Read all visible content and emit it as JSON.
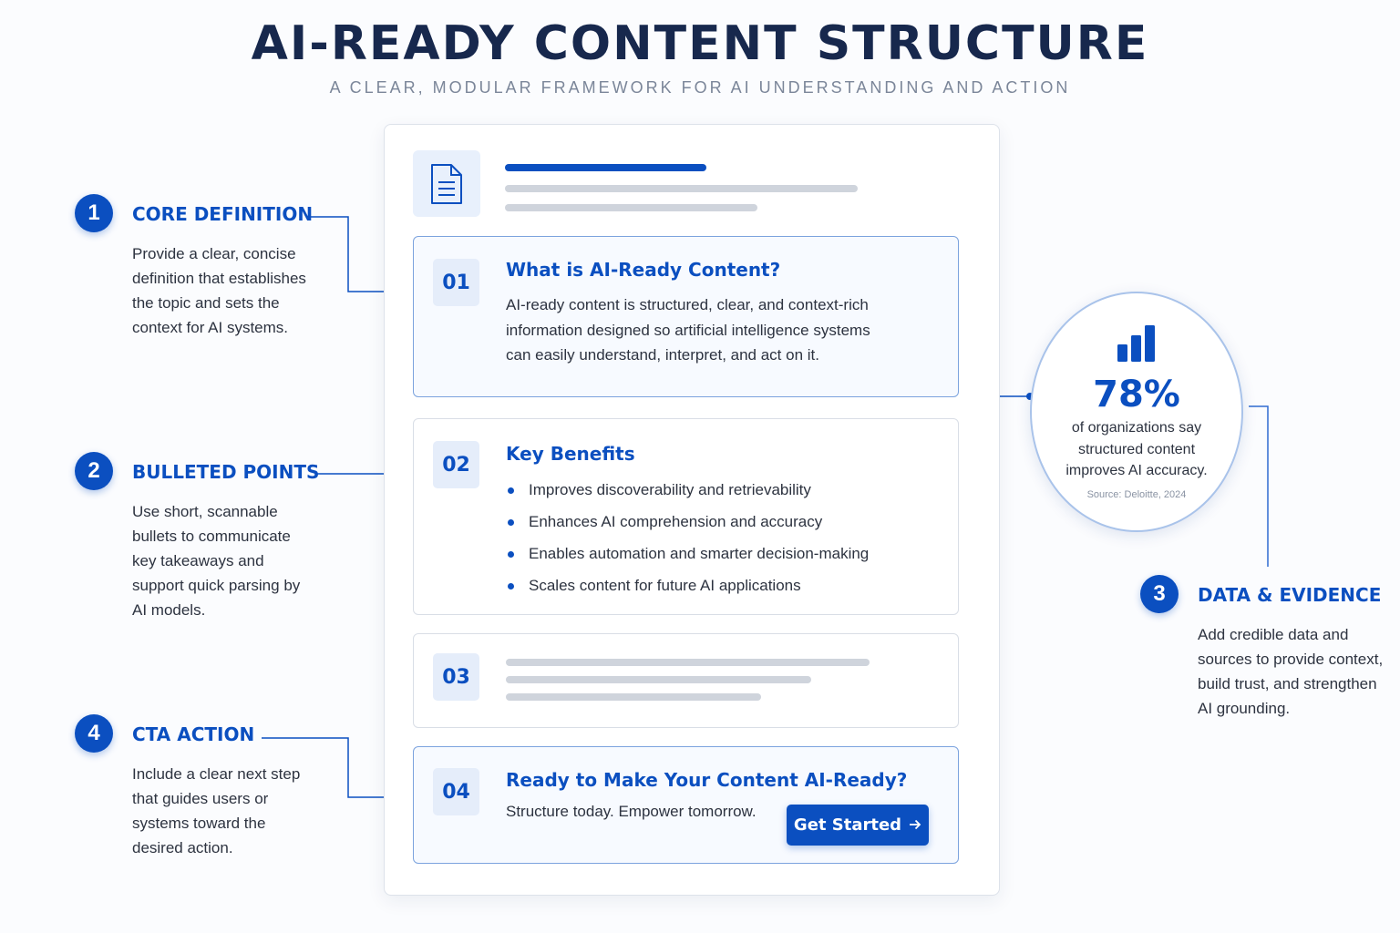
{
  "header": {
    "title": "AI-READY CONTENT STRUCTURE",
    "subtitle": "A CLEAR, MODULAR FRAMEWORK FOR AI UNDERSTANDING AND ACTION"
  },
  "annotations": [
    {
      "number": "1",
      "heading": "CORE DEFINITION",
      "description": "Provide a clear, concise definition that establishes the topic and sets the context for AI systems."
    },
    {
      "number": "2",
      "heading": "BULLETED POINTS",
      "description": "Use short, scannable bullets to communicate key takeaways and support quick parsing by AI models."
    },
    {
      "number": "3",
      "heading": "DATA & EVIDENCE",
      "description": "Add credible data and sources to provide context, build trust, and strengthen AI grounding."
    },
    {
      "number": "4",
      "heading": "CTA ACTION",
      "description": "Include a clear next step that guides users or systems toward the desired action."
    }
  ],
  "sections": [
    {
      "number": "01",
      "title": "What is AI-Ready Content?",
      "body": "AI-ready content is structured, clear, and context-rich information designed so artificial intelligence systems can easily understand, interpret, and act on it."
    },
    {
      "number": "02",
      "title": "Key Benefits",
      "bullets": [
        "Improves discoverability and retrievability",
        "Enhances AI comprehension and accuracy",
        "Enables automation and smarter decision-making",
        "Scales content for future AI applications"
      ]
    },
    {
      "number": "03"
    },
    {
      "number": "04",
      "title": "Ready to Make Your Content AI-Ready?",
      "body": "Structure today. Empower tomorrow.",
      "button": "Get Started",
      "button_icon": "arrow-right-icon"
    }
  ],
  "stat": {
    "value": "78%",
    "text": "of organizations say structured content improves AI accuracy.",
    "source": "Source: Deloitte, 2024",
    "icon": "bar-chart-icon"
  },
  "colors": {
    "accent": "#0b4fc0",
    "title": "#17284d",
    "placeholder": "#cfd4dc"
  }
}
